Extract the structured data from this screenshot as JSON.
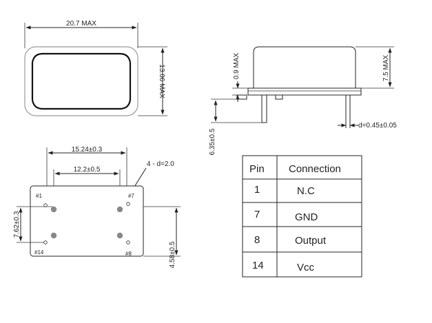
{
  "dimensions": {
    "top_width": "20.7 MAX",
    "top_height": "13.06 MAX",
    "side_lead_offset": "0.9 MAX",
    "side_body_height": "7.5 MAX",
    "side_lead_length": "6.35±0.5",
    "side_lead_diameter": "d=0.45±0.05",
    "bottom_outer_pin_spacing": "15.24±0.3",
    "bottom_inner_pin_spacing": "12.2±0.5",
    "bottom_hole_note": "4 - d=2.0",
    "bottom_row_spacing": "7.62±0.3",
    "bottom_edge_offset": "4.58±0.5"
  },
  "pin_markers": {
    "p1": "#1",
    "p7": "#7",
    "p8": "#8",
    "p14": "#14"
  },
  "pin_table": {
    "headers": [
      "Pin",
      "Connection"
    ],
    "rows": [
      {
        "pin": "1",
        "connection": "N.C"
      },
      {
        "pin": "7",
        "connection": "GND"
      },
      {
        "pin": "8",
        "connection": "Output"
      },
      {
        "pin": "14",
        "connection": "Vcc"
      }
    ]
  }
}
